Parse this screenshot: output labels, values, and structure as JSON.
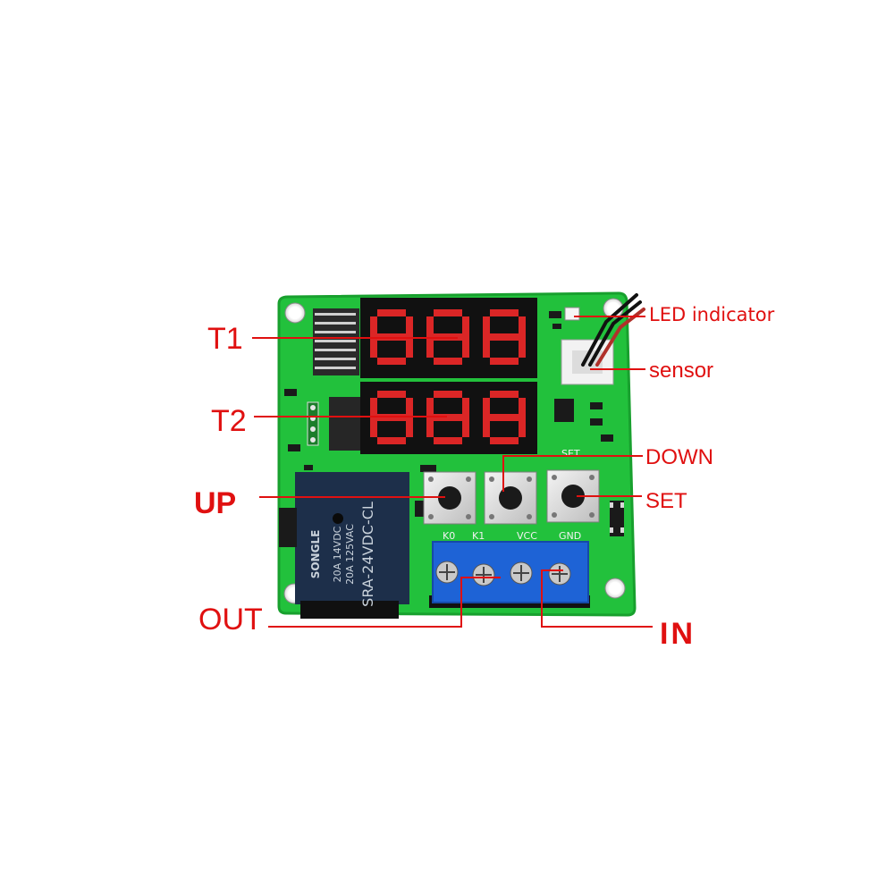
{
  "callouts": {
    "t1": "T1",
    "t2": "T2",
    "up": "UP",
    "out": "OUT",
    "led_indicator": "LED indicator",
    "sensor": "sensor",
    "down": "DOWN",
    "set": "SET",
    "in": "IN"
  },
  "silkscreen": {
    "k0": "K0",
    "k1": "K1",
    "vcc": "VCC",
    "gnd": "GND",
    "set": "SET"
  },
  "relay": {
    "brand": "SONGLE",
    "model": "SRA-24VDC-CL",
    "rating_1": "20A 14VDC",
    "rating_2": "20A 125VAC"
  },
  "colors": {
    "pcb": "#22c13c",
    "pcb_edge": "#18a02e",
    "display": "#111111",
    "segment": "#ff2a2a",
    "relay": "#1d2f4a",
    "terminal": "#1e63d6",
    "callout_text": "#e01010",
    "leader_line": "#e01010"
  }
}
